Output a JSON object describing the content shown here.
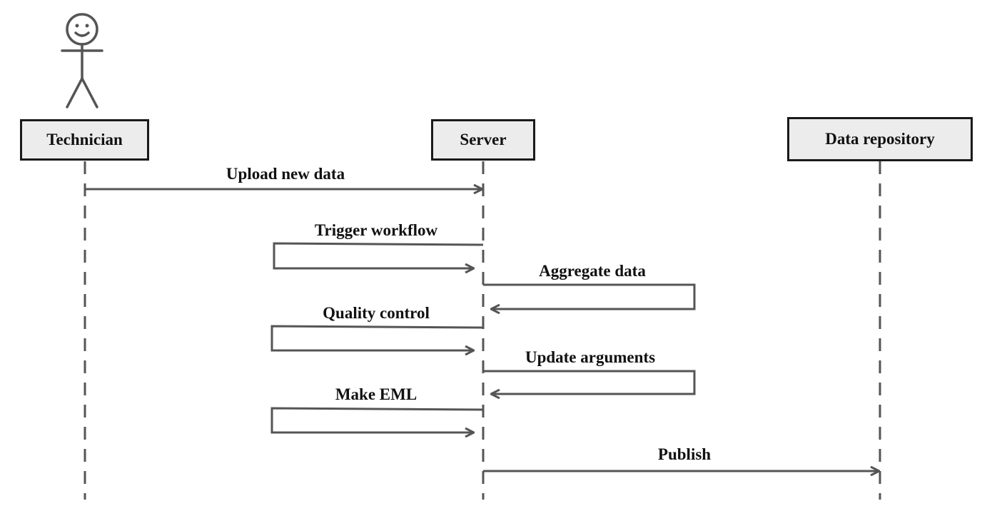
{
  "participants": [
    {
      "id": "technician",
      "label": "Technician"
    },
    {
      "id": "server",
      "label": "Server"
    },
    {
      "id": "data_repository",
      "label": "Data repository"
    }
  ],
  "messages": [
    {
      "label": "Upload new data",
      "from": "technician",
      "to": "server",
      "kind": "arrow"
    },
    {
      "label": "Trigger workflow",
      "from": "server",
      "to": "server",
      "kind": "self-left"
    },
    {
      "label": "Aggregate data",
      "from": "server",
      "to": "server",
      "kind": "self-right"
    },
    {
      "label": "Quality control",
      "from": "server",
      "to": "server",
      "kind": "self-left"
    },
    {
      "label": "Update arguments",
      "from": "server",
      "to": "server",
      "kind": "self-right"
    },
    {
      "label": "Make EML",
      "from": "server",
      "to": "server",
      "kind": "self-left"
    },
    {
      "label": "Publish",
      "from": "server",
      "to": "data_repository",
      "kind": "arrow"
    }
  ],
  "colors": {
    "line": "#555555",
    "box_fill": "#ececec",
    "box_border": "#1a1a1a",
    "text": "#111111"
  }
}
